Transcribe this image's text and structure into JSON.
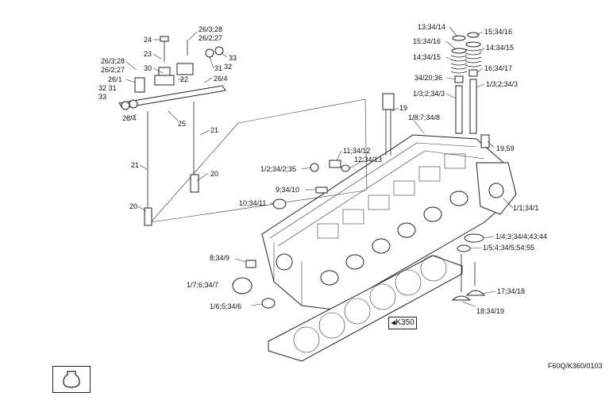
{
  "drawing_code": "F60Q/K360/0103",
  "reference_link": {
    "label": "K350",
    "arrow": "◀"
  },
  "callouts": {
    "c24": "24",
    "c23": "23",
    "c30": "30",
    "c22": "22",
    "c26_3_28_a": "26/3;28",
    "c26_2_27_a": "26/2;27",
    "c33_a": "33",
    "c32_a": "32",
    "c31_a": "31",
    "c26_4_a": "26/4",
    "c26_3_28_b": "26/3;28",
    "c26_2_27_b": "26/2;27",
    "c26_1": "26/1",
    "c32_31": "32 31",
    "c33_b": "33",
    "c26_4_b": "26/4",
    "c25": "25",
    "c21_a": "21",
    "c21_b": "21",
    "c20_a": "20",
    "c20_b": "20",
    "c19": "19",
    "c19_59": "19,59",
    "c13_34_14": "13;34/14",
    "c15_34_16_a": "15;34/16",
    "c15_34_16_b": "15;34/16",
    "c14_34_15_a": "14;34/15",
    "c14_34_15_b": "14;34/15",
    "c34_20_36": "34/20;36",
    "c16_34_17": "16;34/17",
    "c1_3_2_34_3_a": "1/3;2;34/3",
    "c1_3_2_34_3_b": "1/3;2;34/3",
    "c1_8_7_34_8": "1/8;7;34/8",
    "c11_34_12": "11;34/12",
    "c12_34_13": "12;34/13",
    "c1_2_34_2_35": "1/2;34/2;35",
    "c9_34_10": "9;34/10",
    "c10_34_11": "10;34/11",
    "c1_1_34_1": "1/1;34/1",
    "c1_4_3_34_4_43_44": "1/4;3;34/4;43;44",
    "c1_5_4_34_5_54_55": "1/5;4;34/5;54;55",
    "c8_34_9": "8;34/9",
    "c1_7_6_34_7": "1/7;6;34/7",
    "c1_6_5_34_6": "1/6;5;34/6",
    "c17_34_18": "17;34/18",
    "c18_34_19": "18;34/19"
  },
  "icons": {
    "symbol": "engine-symbol-icon"
  }
}
